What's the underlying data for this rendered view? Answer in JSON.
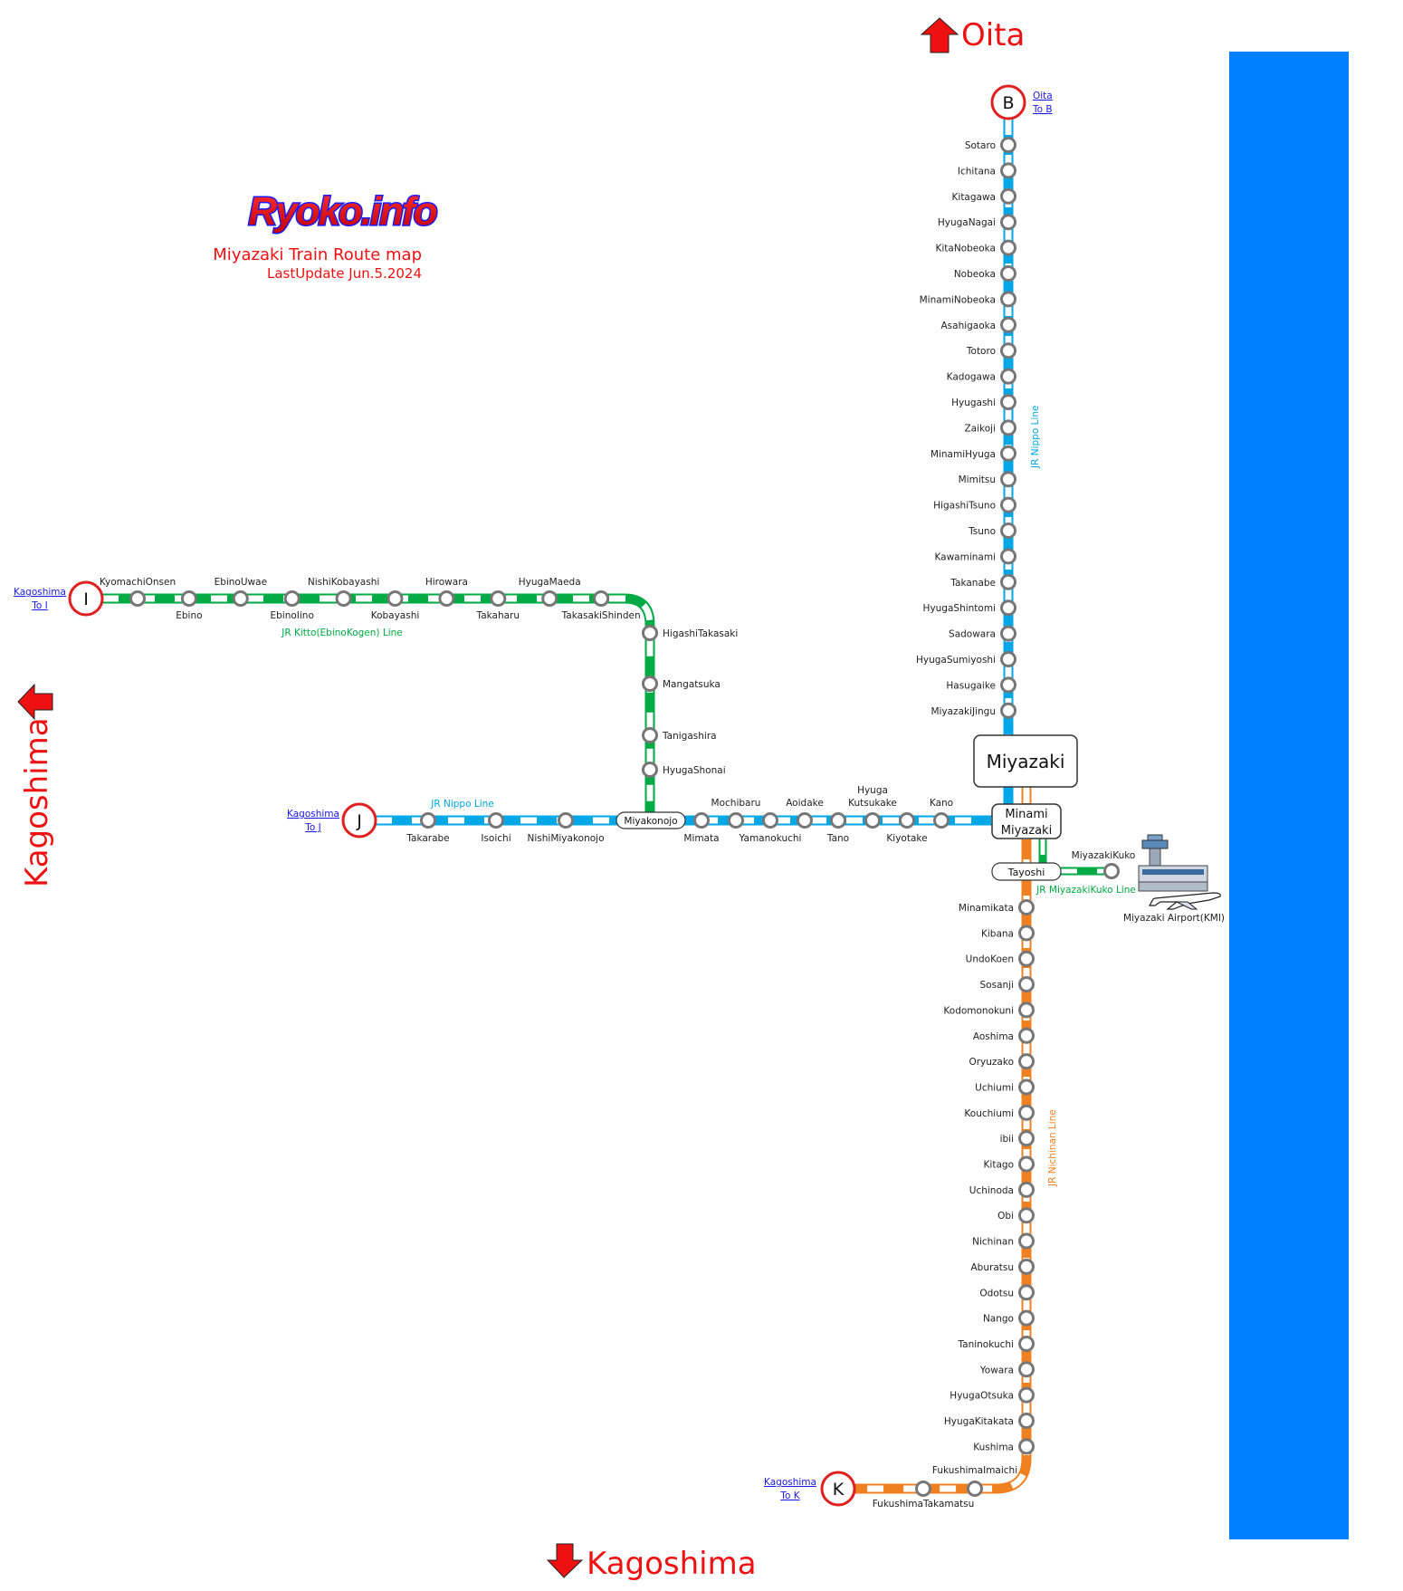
{
  "header": {
    "logo": "Ryoko.info",
    "title": "Miyazaki Train Route map",
    "updated": "LastUpdate Jun.5.2024"
  },
  "directions": {
    "north": "Oita",
    "west": "Kagoshima",
    "south": "Kagoshima"
  },
  "colors": {
    "nippo": "#00a7e6",
    "kitto": "#00aa44",
    "nichinan": "#f08020",
    "airport": "#00aa44",
    "sea": "#0080ff",
    "marker": "#e02020",
    "direction": "#ee1111"
  },
  "lines": {
    "nippo_north": "JR Nippo Line",
    "nippo_west": "JR Nippo Line",
    "kitto": "JR Kitto(EbinoKogen) Line",
    "airport": "JR MiyazakiKuko Line",
    "nichinan": "JR Nichinan Line"
  },
  "terminals": {
    "B": {
      "letter": "B",
      "link1": "Oita",
      "link2": "To B"
    },
    "I": {
      "letter": "I",
      "link1": "Kagoshima",
      "link2": "To I"
    },
    "J": {
      "letter": "J",
      "link1": "Kagoshima",
      "link2": "To J"
    },
    "K": {
      "letter": "K",
      "link1": "Kagoshima",
      "link2": "To K"
    }
  },
  "hubs": {
    "miyazaki": "Miyazaki",
    "minami1": "Minami",
    "minami2": "Miyazaki",
    "tayoshi": "Tayoshi",
    "miyakonojo": "Miyakonojo"
  },
  "stations": {
    "nippo_north": [
      "Sotaro",
      "Ichitana",
      "Kitagawa",
      "HyugaNagai",
      "KitaNobeoka",
      "Nobeoka",
      "MinamiNobeoka",
      "Asahigaoka",
      "Totoro",
      "Kadogawa",
      "Hyugashi",
      "Zaikoji",
      "MinamiHyuga",
      "Mimitsu",
      "HigashiTsuno",
      "Tsuno",
      "Kawaminami",
      "Takanabe",
      "HyugaShintomi",
      "Sadowara",
      "HyugaSumiyoshi",
      "Hasugaike",
      "MiyazakiJingu"
    ],
    "kitto_horizontal": [
      "KyomachiOnsen",
      "Ebino",
      "EbinoUwae",
      "EbinoIino",
      "NishiKobayashi",
      "Kobayashi",
      "Hirowara",
      "Takaharu",
      "HyugaMaeda",
      "TakasakiShinden"
    ],
    "kitto_vertical": [
      "HigashiTakasaki",
      "Mangatsuka",
      "Tanigashira",
      "HyugaShonai"
    ],
    "nippo_west_left": [
      "Takarabe",
      "Isoichi",
      "NishiMiyakonojo"
    ],
    "nippo_west_right": [
      "Mimata",
      "Mochibaru",
      "Yamanokuchi",
      "Aoidake",
      "Tano",
      "Hyuga\nKutsukake",
      "Kiyotake",
      "Kano"
    ],
    "nichinan": [
      "Minamikata",
      "Kibana",
      "UndoKoen",
      "Sosanji",
      "Kodomonokuni",
      "Aoshima",
      "Oryuzako",
      "Uchiumi",
      "Kouchiumi",
      "ibii",
      "Kitago",
      "Uchinoda",
      "Obi",
      "Nichinan",
      "Aburatsu",
      "Odotsu",
      "Nango",
      "Taninokuchi",
      "Yowara",
      "HyugaOtsuka",
      "HyugaKitakata",
      "Kushima"
    ],
    "nichinan_bottom": [
      "FukushimaImaichi",
      "FukushimaTakamatsu"
    ],
    "airport": "MiyazakiKuko"
  },
  "airport": {
    "label": "Miyazaki Airport(KMI)",
    "icon": "airport-icon"
  }
}
